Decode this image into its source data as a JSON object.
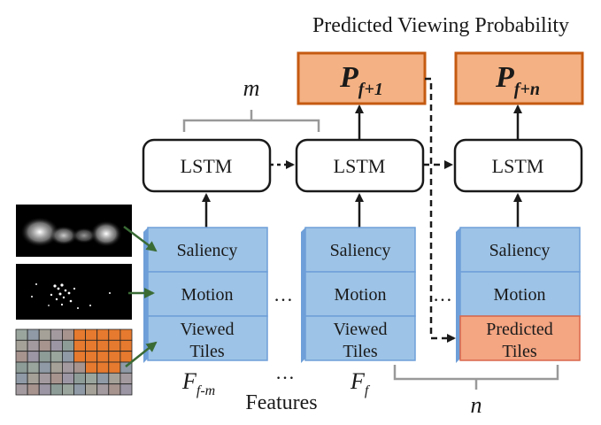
{
  "title": "Predicted Viewing Probability",
  "outputs": [
    {
      "symbol": "P",
      "subscript": "f+1"
    },
    {
      "symbol": "P",
      "subscript": "f+n"
    }
  ],
  "lstm_label": "LSTM",
  "window_labels": {
    "m": "m",
    "n": "n"
  },
  "feature_rows": {
    "saliency": "Saliency",
    "motion": "Motion",
    "viewed_line1": "Viewed",
    "viewed_line2": "Tiles",
    "predicted_line1": "Predicted",
    "predicted_line2": "Tiles"
  },
  "frame_labels": {
    "first": {
      "symbol": "F",
      "subscript": "f-m"
    },
    "last": {
      "symbol": "F",
      "subscript": "f"
    }
  },
  "features_caption": "Features",
  "ellipsis": "…",
  "colors": {
    "output_fill": "#f4b183",
    "output_stroke": "#c55a11",
    "feature_fill": "#9dc3e6",
    "feature_side": "#6f9fd8",
    "feature_stroke": "#5b8fd1",
    "predicted_fill": "#f4a582",
    "predicted_stroke": "#d9674a",
    "arrow_green": "#3a6b35"
  }
}
